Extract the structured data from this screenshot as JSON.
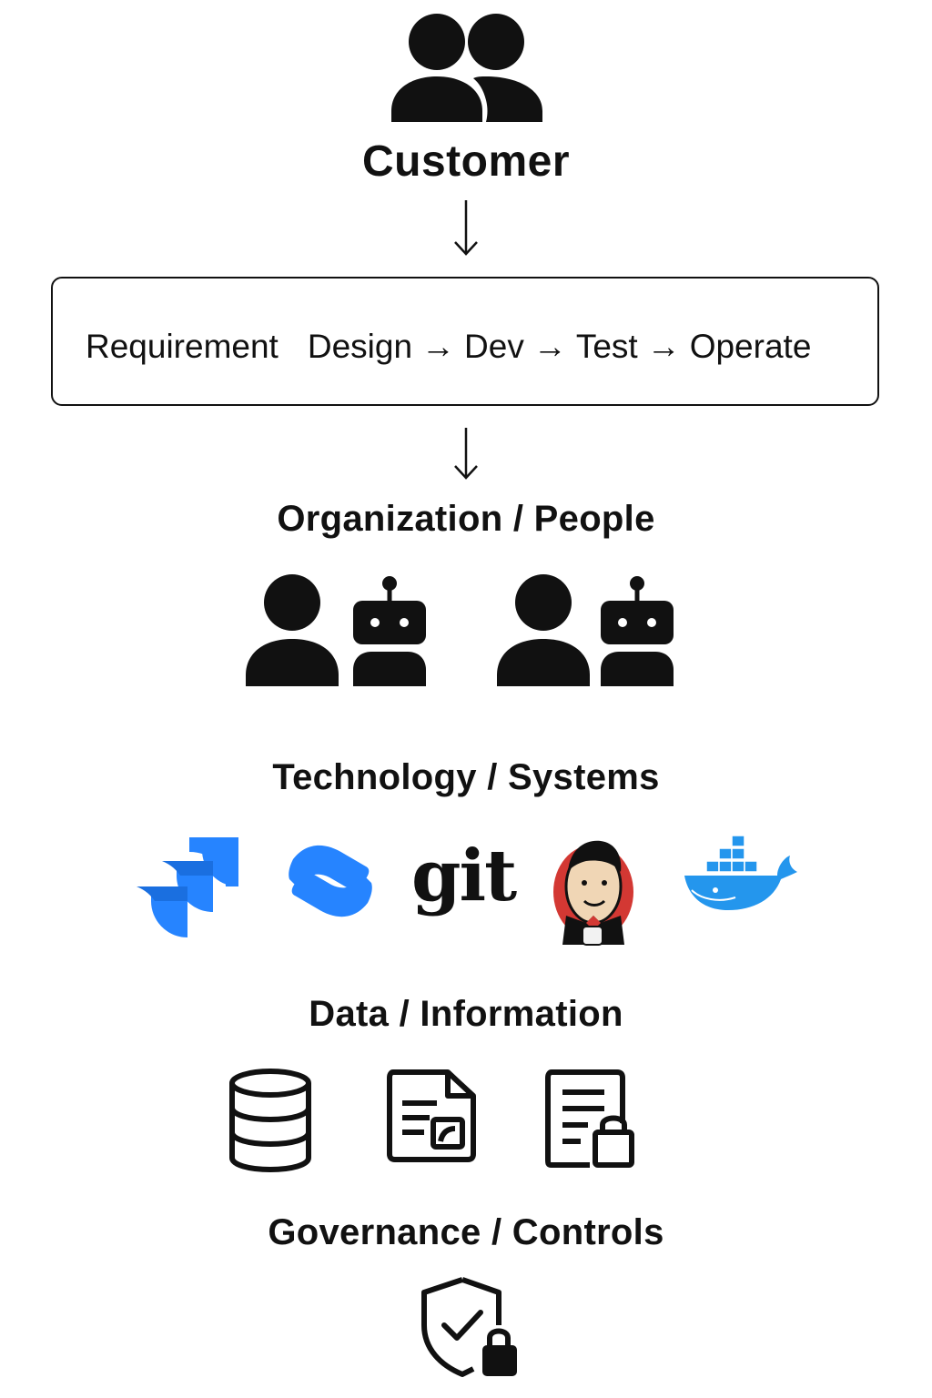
{
  "customer": {
    "label": "Customer",
    "icon": "customer-group-icon"
  },
  "process": {
    "steps": [
      "Requirement",
      "Design",
      "Dev",
      "Test",
      "Operate"
    ],
    "arrow": "→"
  },
  "sections": {
    "organization": {
      "title": "Organization / People",
      "icons": [
        "person-icon",
        "robot-icon",
        "person-icon",
        "robot-icon"
      ]
    },
    "technology": {
      "title": "Technology / Systems",
      "icons": [
        "jira-logo-icon",
        "confluence-logo-icon",
        "git-logo-icon",
        "jenkins-logo-icon",
        "docker-logo-icon"
      ],
      "git_text": "git"
    },
    "data": {
      "title": "Data / Information",
      "icons": [
        "database-icon",
        "document-attachment-icon",
        "document-lock-icon"
      ]
    },
    "governance": {
      "title": "Governance / Controls",
      "icons": [
        "shield-check-lock-icon"
      ]
    }
  },
  "colors": {
    "ink": "#111111",
    "atlassian_blue": "#2684FF",
    "docker_blue": "#2496ED",
    "jenkins_red": "#D33833"
  }
}
